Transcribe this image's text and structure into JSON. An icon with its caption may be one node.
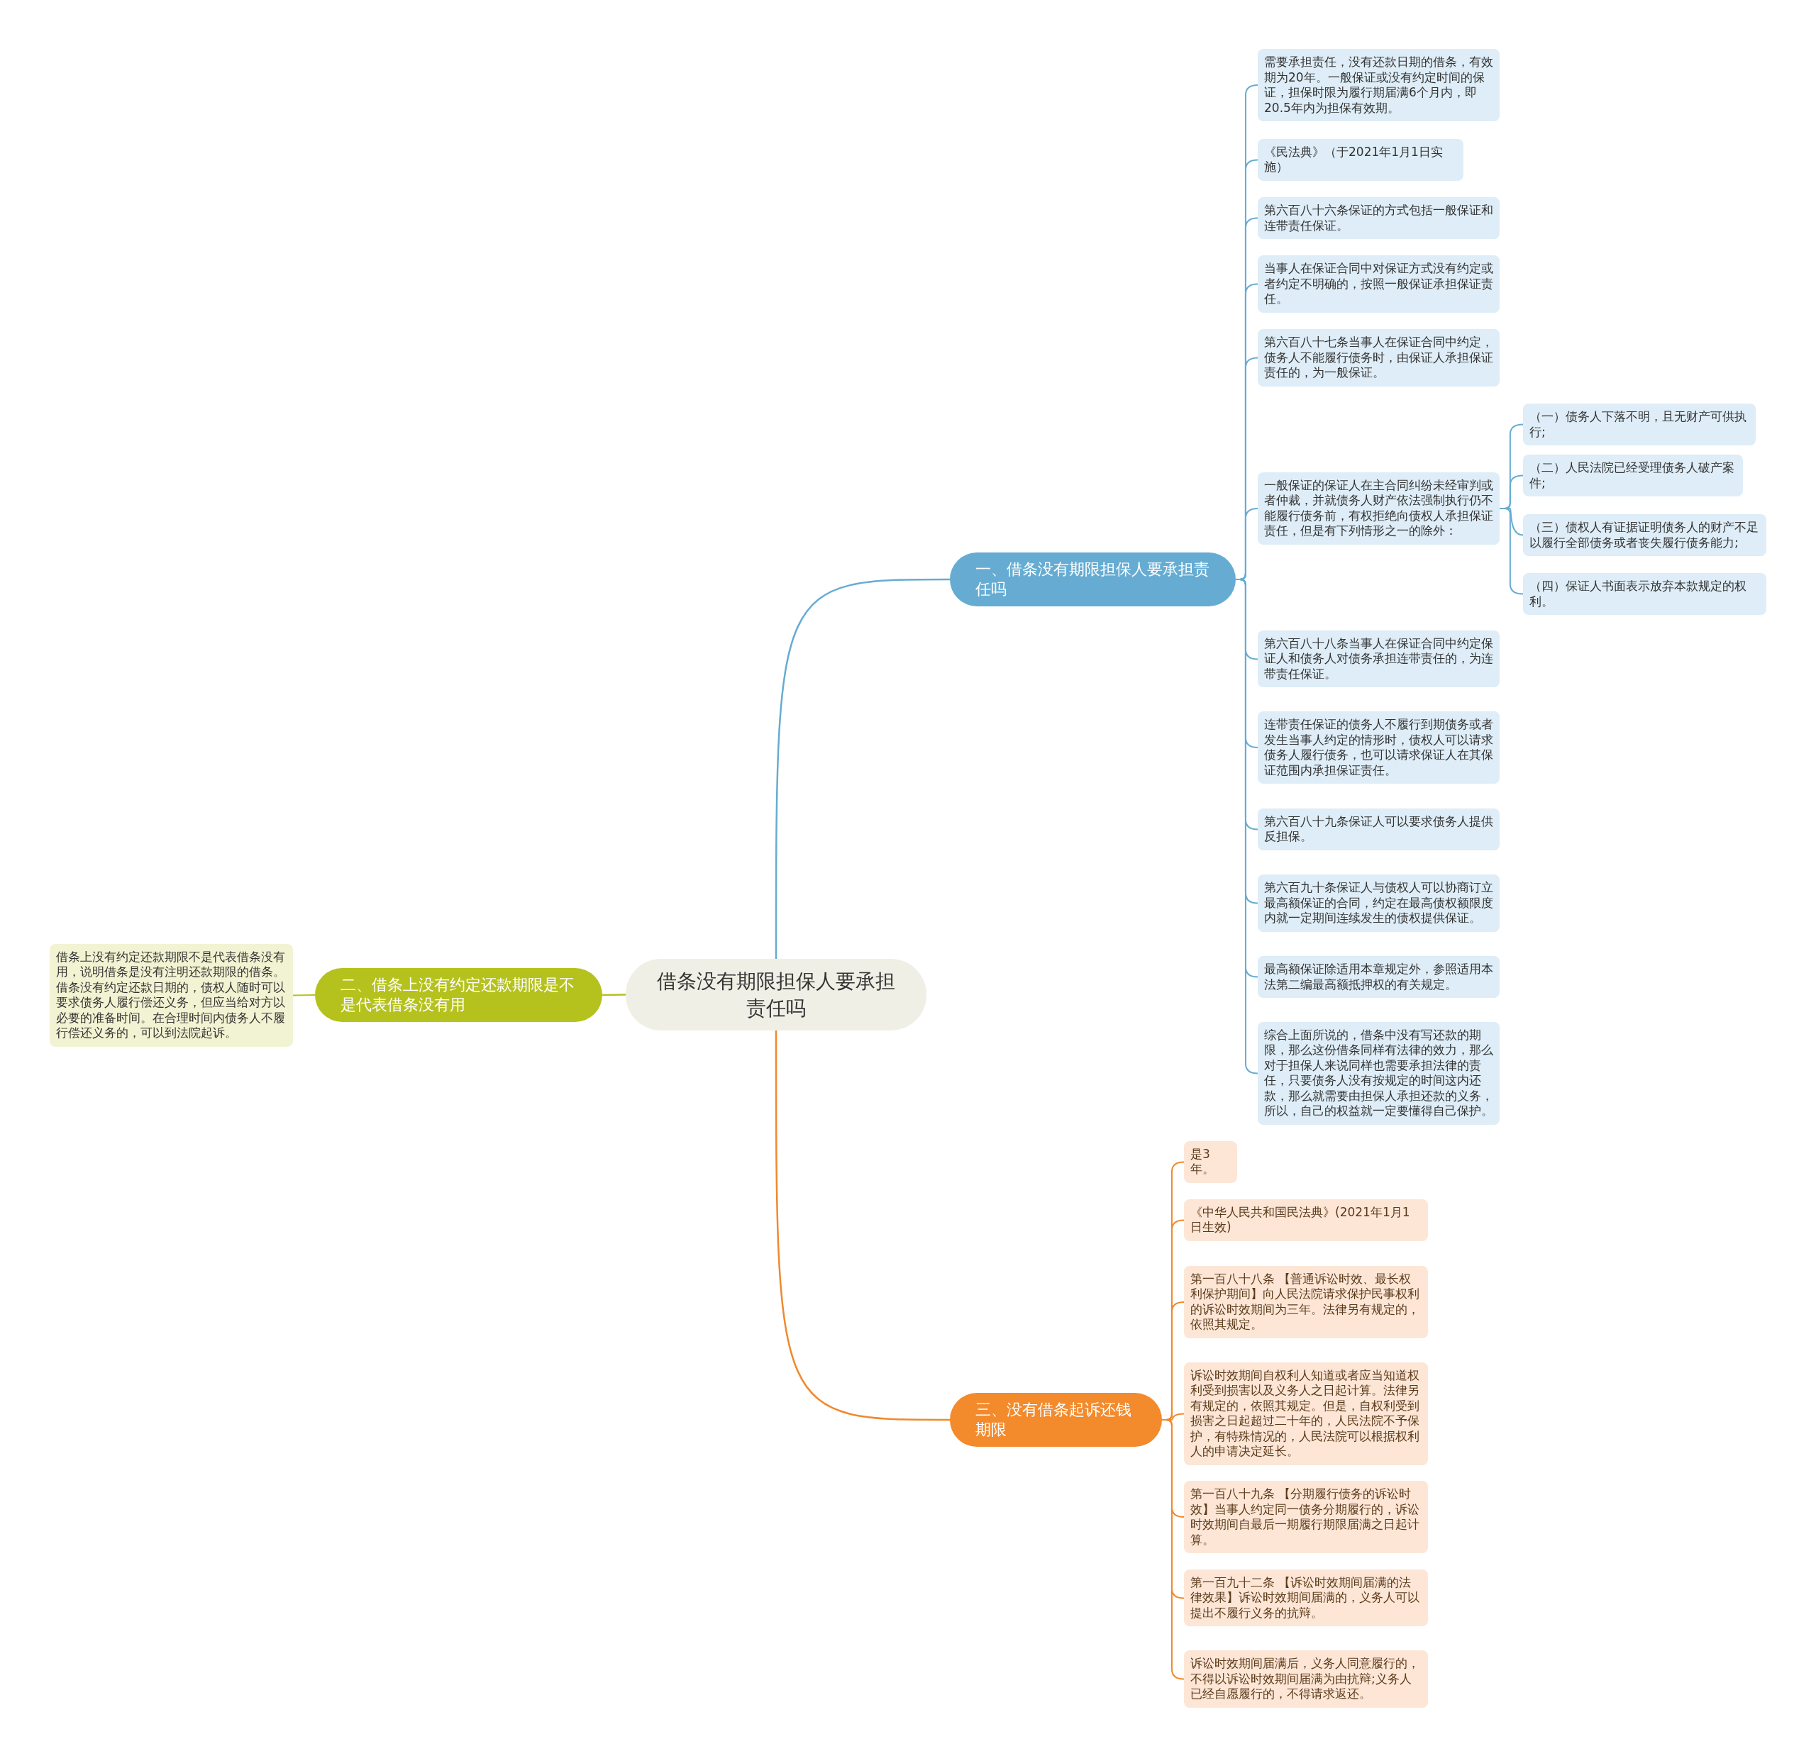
{
  "diagram": {
    "nodes": [
      {
        "text": [
          "借条没有期限担保人要承担责任吗"
        ]
      },
      {
        "text": [
          "一、借条没有期限担保人要承担责任吗"
        ]
      },
      {
        "text": [
          "需要承担责任，没有还款日期的借条，有效期为20年。一般保证或没有约定时间的保证，担保时限为履行期届满6个月内，即20.5年内为担保有效期。"
        ]
      },
      {
        "text": [
          "《民法典》（于2021年1月1日实施）"
        ]
      },
      {
        "text": [
          "第六百八十六条保证的方式包括一般保证和连带责任保证。"
        ]
      },
      {
        "text": [
          "当事人在保证合同中对保证方式没有约定或者约定不明确的，按照一般保证承担保证责任。"
        ]
      },
      {
        "text": [
          "第六百八十七条当事人在保证合同中约定，债务人不能履行债务时，由保证人承担保证责任的，为一般保证。"
        ]
      },
      {
        "text": [
          "一般保证的保证人在主合同纠纷未经审判或者仲裁，并就债务人财产依法强制执行仍不能履行债务前，有权拒绝向债权人承担保证责任，但是有下列情形之一的除外："
        ]
      },
      {
        "text": [
          "（一）债务人下落不明，且无财产可供执行;"
        ]
      },
      {
        "text": [
          "（二）人民法院已经受理债务人破产案件;"
        ]
      },
      {
        "text": [
          "（三）债权人有证据证明债务人的财产不足以履行全部债务或者丧失履行债务能力;"
        ]
      },
      {
        "text": [
          "（四）保证人书面表示放弃本款规定的权利。"
        ]
      },
      {
        "text": [
          "第六百八十八条当事人在保证合同中约定保证人和债务人对债务承担连带责任的，为连带责任保证。"
        ]
      },
      {
        "text": [
          "连带责任保证的债务人不履行到期债务或者发生当事人约定的情形时，债权人可以请求债务人履行债务，也可以请求保证人在其保证范围内承担保证责任。"
        ]
      },
      {
        "text": [
          "第六百八十九条保证人可以要求债务人提供反担保。"
        ]
      },
      {
        "text": [
          "第六百九十条保证人与债权人可以协商订立最高额保证的合同，约定在最高债权额限度内就一定期间连续发生的债权提供保证。"
        ]
      },
      {
        "text": [
          "最高额保证除适用本章规定外，参照适用本法第二编最高额抵押权的有关规定。"
        ]
      },
      {
        "text": [
          "综合上面所说的，借条中没有写还款的期限，那么这份借条同样有法律的效力，那么对于担保人来说同样也需要承担法律的责任，只要债务人没有按规定的时间这内还款，那么就需要由担保人承担还款的义务，所以，自己的权益就一定要懂得自己保护。"
        ]
      },
      {
        "text": [
          "二、借条上没有约定还款期限是不是代表借条没有用"
        ]
      },
      {
        "text": [
          "借条上没有约定还款期限不是代表借条没有用，说明借条是没有注明还款期限的借条。借条没有约定还款日期的，债权人随时可以要求债务人履行偿还义务，但应当给对方以必要的准备时间。在合理时间内债务人不履行偿还义务的，可以到法院起诉。"
        ]
      },
      {
        "text": [
          "三、没有借条起诉还钱期限"
        ]
      },
      {
        "text": [
          "是3年。"
        ]
      },
      {
        "text": [
          "《中华人民共和国民法典》(2021年1月1日生效)"
        ]
      },
      {
        "text": [
          "第一百八十八条 【普通诉讼时效、最长权利保护期间】向人民法院请求保护民事权利的诉讼时效期间为三年。法律另有规定的，依照其规定。"
        ]
      },
      {
        "text": [
          "诉讼时效期间自权利人知道或者应当知道权利受到损害以及义务人之日起计算。法律另有规定的，依照其规定。但是，自权利受到损害之日起超过二十年的，人民法院不予保护，有特殊情况的，人民法院可以根据权利人的申请决定延长。"
        ]
      },
      {
        "text": [
          "第一百八十九条 【分期履行债务的诉讼时效】当事人约定同一债务分期履行的，诉讼时效期间自最后一期履行期限届满之日起计算。"
        ]
      },
      {
        "text": [
          "第一百九十二条 【诉讼时效期间届满的法律效果】诉讼时效期间届满的，义务人可以提出不履行义务的抗辩。"
        ]
      },
      {
        "text": [
          "诉讼时效期间届满后，义务人同意履行的，不得以诉讼时效期间届满为由抗辩;义务人已经自愿履行的，不得请求返还。"
        ]
      }
    ],
    "edges": [
      {
        "from": 0,
        "to": 1,
        "arrow": "none"
      },
      {
        "from": 1,
        "to": 2,
        "arrow": "none"
      },
      {
        "from": 1,
        "to": 3,
        "arrow": "none"
      },
      {
        "from": 1,
        "to": 4,
        "arrow": "none"
      },
      {
        "from": 1,
        "to": 5,
        "arrow": "none"
      },
      {
        "from": 1,
        "to": 6,
        "arrow": "none"
      },
      {
        "from": 1,
        "to": 7,
        "arrow": "none"
      },
      {
        "from": 7,
        "to": 8,
        "arrow": "none"
      },
      {
        "from": 7,
        "to": 9,
        "arrow": "none"
      },
      {
        "from": 7,
        "to": 10,
        "arrow": "none"
      },
      {
        "from": 7,
        "to": 11,
        "arrow": "none"
      },
      {
        "from": 1,
        "to": 12,
        "arrow": "none"
      },
      {
        "from": 1,
        "to": 13,
        "arrow": "none"
      },
      {
        "from": 1,
        "to": 14,
        "arrow": "none"
      },
      {
        "from": 1,
        "to": 15,
        "arrow": "none"
      },
      {
        "from": 1,
        "to": 16,
        "arrow": "none"
      },
      {
        "from": 1,
        "to": 17,
        "arrow": "none"
      },
      {
        "from": 0,
        "to": 18,
        "arrow": "none",
        "color": "#b5c21d"
      },
      {
        "from": 18,
        "to": 19,
        "arrow": "none",
        "color": "#b5c21d"
      },
      {
        "from": 0,
        "to": 20,
        "arrow": "none",
        "color": "#f0892c"
      },
      {
        "from": 20,
        "to": 21,
        "arrow": "none",
        "color": "#f0892c"
      },
      {
        "from": 20,
        "to": 22,
        "arrow": "none",
        "color": "#f0892c"
      },
      {
        "from": 20,
        "to": 23,
        "arrow": "none",
        "color": "#f0892c"
      },
      {
        "from": 20,
        "to": 24,
        "arrow": "none",
        "color": "#f0892c"
      },
      {
        "from": 20,
        "to": 25,
        "arrow": "none",
        "color": "#f0892c"
      },
      {
        "from": 20,
        "to": 26,
        "arrow": "none",
        "color": "#f0892c"
      },
      {
        "from": 20,
        "to": 27,
        "arrow": "none",
        "color": "#f0892c"
      }
    ]
  }
}
